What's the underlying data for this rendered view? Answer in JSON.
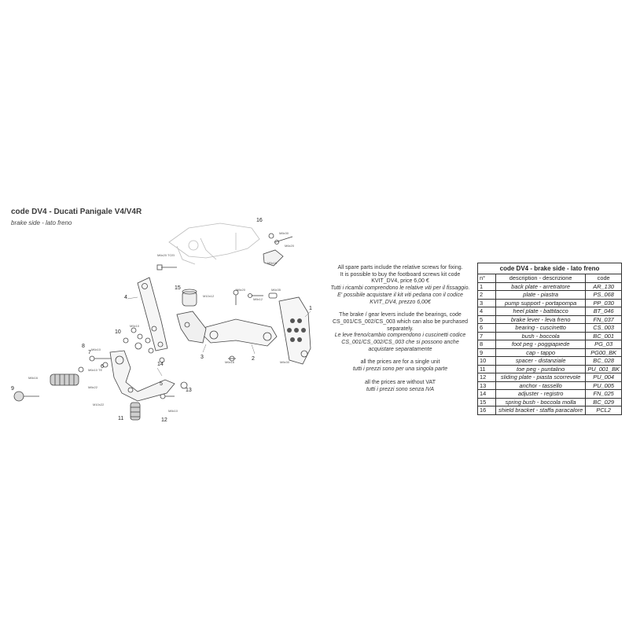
{
  "header": {
    "title": "code DV4 - Ducati Panigale V4/V4R",
    "subtitle": "brake side - lato freno"
  },
  "diagram": {
    "callouts": [
      "1",
      "2",
      "3",
      "4",
      "5",
      "6",
      "7",
      "8",
      "9",
      "10",
      "11",
      "12",
      "13",
      "14",
      "15",
      "16"
    ],
    "hardware_labels": [
      "M8x30",
      "M6x20",
      "M5x16",
      "M8x20",
      "M8x12",
      "M6x35",
      "M10x12",
      "M6x16",
      "M5x10",
      "M6x20 TCEI",
      "M6x10",
      "M8x16",
      "M8x22",
      "M10x22",
      "M8x10",
      "M6x10 TE",
      "M8x30"
    ]
  },
  "notes": {
    "p1": "All spare parts include the relative screws for fixing.",
    "p2": "It is possible to buy the footboard screws kit code KVIT_DV4, price 6,00 €",
    "p3": "Tutti i ricambi comprendono le relative viti per il fissaggio.",
    "p4": "E' possibile acquistare il kit viti pedana con il codice KVIT_DV4, prezzo 6,00€",
    "p5": "The brake / gear levers include the bearings, code CS_001/CS_002/CS_003 which can also be purchased separately.",
    "p6": "Le leve freno/cambio comprendono i cuscinetti codice CS_001/CS_002/CS_003 che si possono anche acquistare separatamente",
    "p7": "all the prices are for a single unit",
    "p8": "tutti i prezzi sono per una singola parte",
    "p9": "all the prices are without VAT",
    "p10": "tutti i prezzi sono senza IVA"
  },
  "parts_table": {
    "caption": "code DV4 - brake side - lato freno",
    "headers": [
      "n°",
      "description - descrizione",
      "code"
    ],
    "rows": [
      {
        "n": "1",
        "desc": "back plate - arretratore",
        "code": "AR_130"
      },
      {
        "n": "2",
        "desc": "plate - piastra",
        "code": "PS_068"
      },
      {
        "n": "3",
        "desc": "pump support - portapompa",
        "code": "PP_030"
      },
      {
        "n": "4",
        "desc": "heel plate - battitacco",
        "code": "BT_046"
      },
      {
        "n": "5",
        "desc": "brake lever - leva freno",
        "code": "FN_037"
      },
      {
        "n": "6",
        "desc": "bearing - cuscinetto",
        "code": "CS_003"
      },
      {
        "n": "7",
        "desc": "bush - boccola",
        "code": "BC_001"
      },
      {
        "n": "8",
        "desc": "foot peg - poggiapiede",
        "code": "PG_03"
      },
      {
        "n": "9",
        "desc": "cap - tappo",
        "code": "PG00_BK"
      },
      {
        "n": "10",
        "desc": "spacer - distanziale",
        "code": "BC_028"
      },
      {
        "n": "11",
        "desc": "toe peg - puntalino",
        "code": "PU_001_BK"
      },
      {
        "n": "12",
        "desc": "sliding plate - piasta scorrevole",
        "code": "PU_004"
      },
      {
        "n": "13",
        "desc": "anchor - tassello",
        "code": "PU_005"
      },
      {
        "n": "14",
        "desc": "adjuster - registro",
        "code": "FN_025"
      },
      {
        "n": "15",
        "desc": "spring bush - boccola molla",
        "code": "BC_029"
      },
      {
        "n": "16",
        "desc": "shield bracket - staffa paracalore",
        "code": "PCL2"
      }
    ]
  }
}
